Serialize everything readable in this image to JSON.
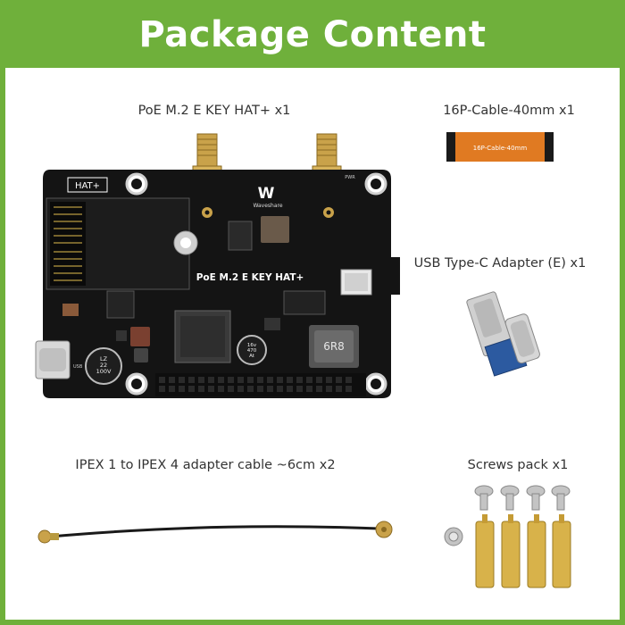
{
  "header": {
    "title": "Package Content"
  },
  "items": [
    {
      "label": "PoE M.2 E KEY HAT+ x1"
    },
    {
      "label": "16P-Cable-40mm x1"
    },
    {
      "label": "USB Type-C Adapter (E) x1"
    },
    {
      "label": "IPEX 1 to IPEX 4 adapter cable ~6cm x2"
    },
    {
      "label": "Screws pack x1"
    }
  ],
  "board": {
    "hat_badge": "HAT+",
    "brand": "Waveshare",
    "silkscreen": "PoE M.2 E KEY HAT+",
    "cap_main": "LZ\n22\n100V",
    "cap_small": "16v\n470\nAt",
    "inductor": "6R8",
    "usb_label": "USB",
    "pwr_label": "PWR"
  },
  "cable_print": "16P-Cable-40mm",
  "colors": {
    "frame": "#6fb03b",
    "header_text": "#ffffff",
    "panel": "#ffffff",
    "pcb": "#141414",
    "flex_cable": "#e07a22",
    "adapter_pcb": "#2c5aa0"
  }
}
